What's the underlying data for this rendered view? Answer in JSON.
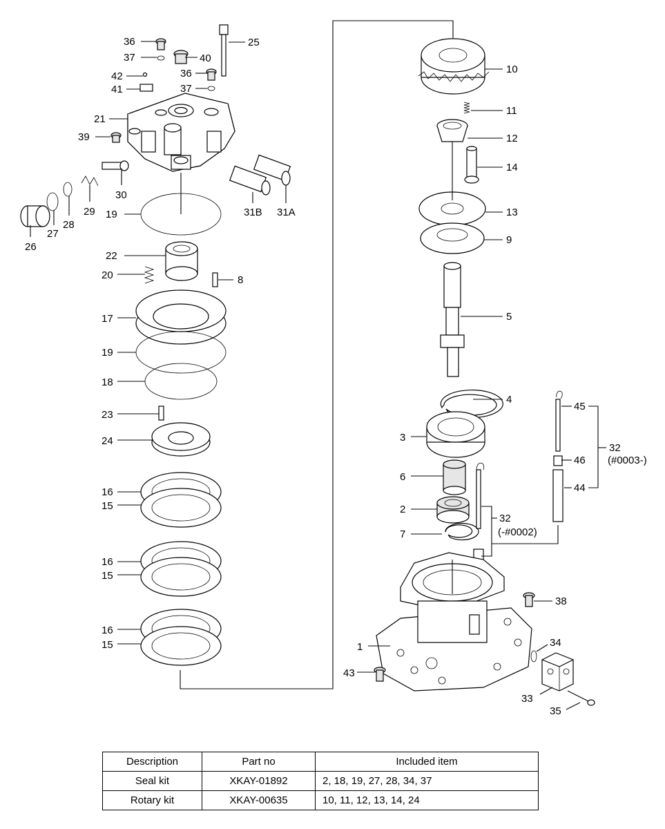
{
  "labels": {
    "l1": "1",
    "l2": "2",
    "l3": "3",
    "l4": "4",
    "l5": "5",
    "l6": "6",
    "l7": "7",
    "l8": "8",
    "l9": "9",
    "l10": "10",
    "l11": "11",
    "l12": "12",
    "l13": "13",
    "l14": "14",
    "l15a": "15",
    "l15b": "15",
    "l15c": "15",
    "l16a": "16",
    "l16b": "16",
    "l16c": "16",
    "l17": "17",
    "l18": "18",
    "l19a": "19",
    "l19b": "19",
    "l20": "20",
    "l21": "21",
    "l22": "22",
    "l23": "23",
    "l24": "24",
    "l25": "25",
    "l26": "26",
    "l27": "27",
    "l28": "28",
    "l29": "29",
    "l30": "30",
    "l31a": "31A",
    "l31b": "31B",
    "l32a": "32",
    "l32a_note": "(#0003-)",
    "l32b": "32",
    "l32b_note": "(-#0002)",
    "l33": "33",
    "l34": "34",
    "l35": "35",
    "l36a": "36",
    "l36b": "36",
    "l37a": "37",
    "l37b": "37",
    "l38": "38",
    "l39": "39",
    "l40": "40",
    "l41": "41",
    "l42": "42",
    "l43": "43",
    "l44": "44",
    "l45": "45",
    "l46": "46"
  },
  "table": {
    "headers": [
      "Description",
      "Part no",
      "Included item"
    ],
    "rows": [
      {
        "description": "Seal kit",
        "part_no": "XKAY-01892",
        "included": "2, 18, 19, 27, 28, 34, 37"
      },
      {
        "description": "Rotary kit",
        "part_no": "XKAY-00635",
        "included": "10, 11, 12, 13, 14, 24"
      }
    ]
  }
}
